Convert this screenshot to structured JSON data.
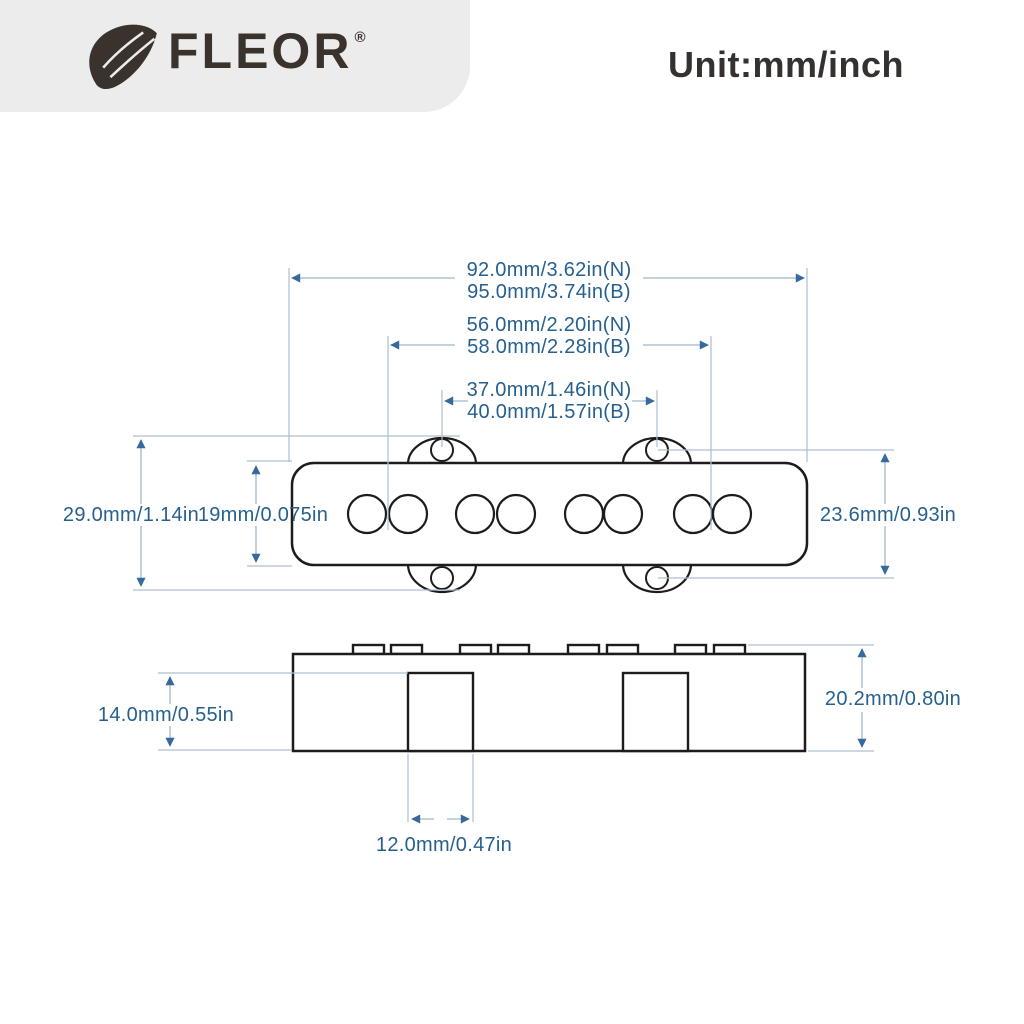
{
  "header": {
    "brand": "FLEOR",
    "registered": "®",
    "unit_label": "Unit:mm/inch"
  },
  "icons": {
    "logo_leaf": "leaf-icon"
  },
  "colors": {
    "panel_gray": "#ececec",
    "logo_brown": "#3a322d",
    "dim_text_blue": "#26608f",
    "dim_line_blue": "#a2b6c8",
    "arrow_blue": "#36699c",
    "drawing_black": "#1c1c1c"
  },
  "diagram": {
    "top_view": {
      "dims": {
        "length": {
          "neck": "92.0mm/3.62in(N)",
          "bridge": "95.0mm/3.74in(B)"
        },
        "pole_spacing": {
          "neck": "56.0mm/2.20in(N)",
          "bridge": "58.0mm/2.28in(B)"
        },
        "screw_spacing": {
          "neck": "37.0mm/1.46in(N)",
          "bridge": "40.0mm/1.57in(B)"
        },
        "overall_width": "29.0mm/1.14in",
        "body_width": "19mm/0.075in",
        "screw_hole_span": "23.6mm/0.93in"
      }
    },
    "side_view": {
      "dims": {
        "leg_height": "14.0mm/0.55in",
        "overall_height": "20.2mm/0.80in",
        "leg_width": "12.0mm/0.47in"
      }
    }
  }
}
